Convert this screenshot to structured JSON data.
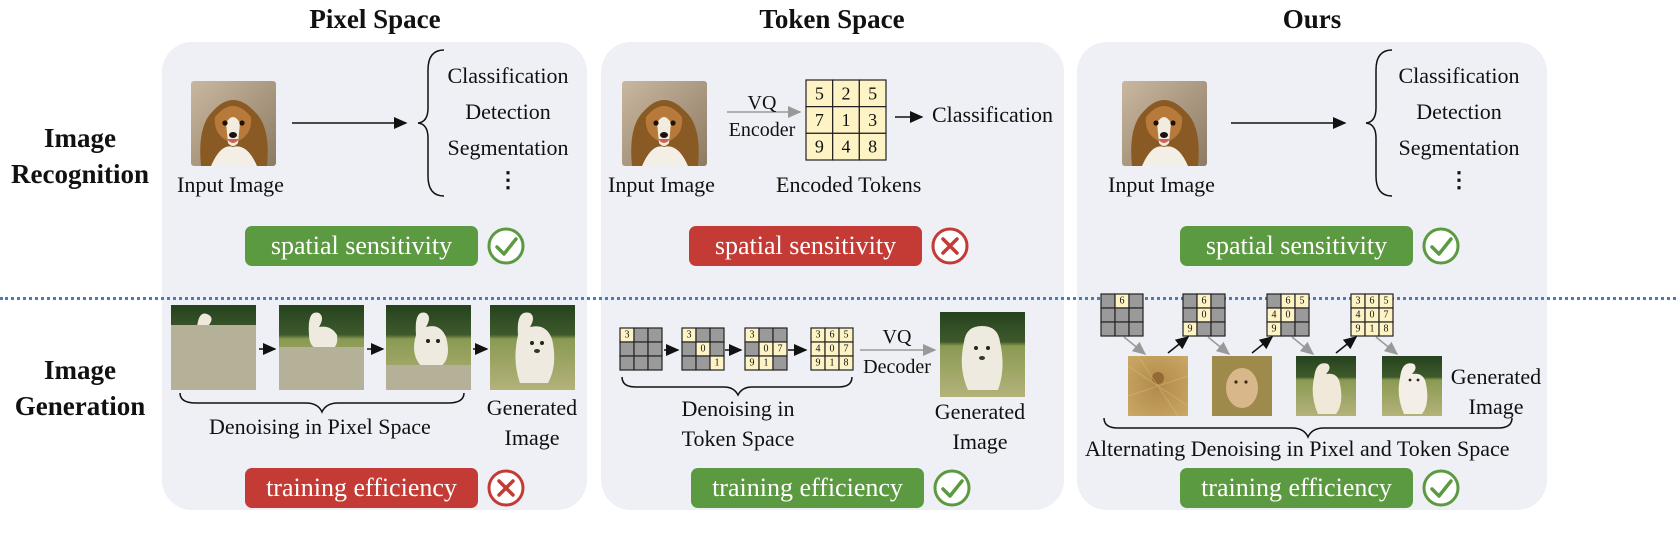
{
  "columns": {
    "pixel": {
      "title": "Pixel Space"
    },
    "token": {
      "title": "Token Space"
    },
    "ours": {
      "title": "Ours"
    }
  },
  "rows": {
    "recognition": {
      "line1": "Image",
      "line2": "Recognition"
    },
    "generation": {
      "line1": "Image",
      "line2": "Generation"
    }
  },
  "recognition": {
    "input_label": "Input Image",
    "tasks": [
      "Classification",
      "Detection",
      "Segmentation"
    ],
    "ellipsis": "⋮",
    "vq_label": "VQ",
    "encoder_label": "Encoder",
    "encoded_tokens_label": "Encoded Tokens",
    "token_grid": [
      "5",
      "2",
      "5",
      "7",
      "1",
      "3",
      "9",
      "4",
      "8"
    ],
    "token_classification": "Classification"
  },
  "generation": {
    "pixel_caption": "Denoising in Pixel Space",
    "generated_line1": "Generated",
    "generated_line2": "Image",
    "token_caption_line1": "Denoising in",
    "token_caption_line2": "Token Space",
    "vq_label": "VQ",
    "decoder_label": "Decoder",
    "ours_caption": "Alternating Denoising in Pixel and Token Space",
    "token_grids": [
      [
        "3",
        "",
        "",
        "",
        "",
        "",
        "",
        "",
        ""
      ],
      [
        "3",
        "",
        "",
        "",
        "0",
        "",
        "",
        "",
        "1"
      ],
      [
        "3",
        "",
        "",
        "",
        "0",
        "7",
        "9",
        "1",
        ""
      ],
      [
        "3",
        "6",
        "5",
        "4",
        "0",
        "7",
        "9",
        "1",
        "8"
      ]
    ],
    "ours_grids": [
      [
        "",
        "6",
        "",
        "",
        "",
        "",
        "",
        "",
        ""
      ],
      [
        "",
        "6",
        "",
        "",
        "0",
        "",
        "9",
        "",
        ""
      ],
      [
        "",
        "6",
        "5",
        "4",
        "0",
        "",
        "9",
        "",
        ""
      ],
      [
        "3",
        "6",
        "5",
        "4",
        "0",
        "7",
        "9",
        "1",
        "8"
      ]
    ]
  },
  "badges": {
    "pixel_top": {
      "text": "spatial sensitivity",
      "status": "good"
    },
    "token_top": {
      "text": "spatial sensitivity",
      "status": "bad"
    },
    "ours_top": {
      "text": "spatial sensitivity",
      "status": "good"
    },
    "pixel_bottom": {
      "text": "training efficiency",
      "status": "bad"
    },
    "token_bottom": {
      "text": "training efficiency",
      "status": "good"
    },
    "ours_bottom": {
      "text": "training efficiency",
      "status": "good"
    }
  },
  "colors": {
    "panel": "#eef0f5",
    "good": "#5c9a41",
    "bad": "#c43a34",
    "token_cell": "#fdf3c4",
    "empty_cell": "#9a9a9a",
    "divider": "#4a7cb8"
  }
}
